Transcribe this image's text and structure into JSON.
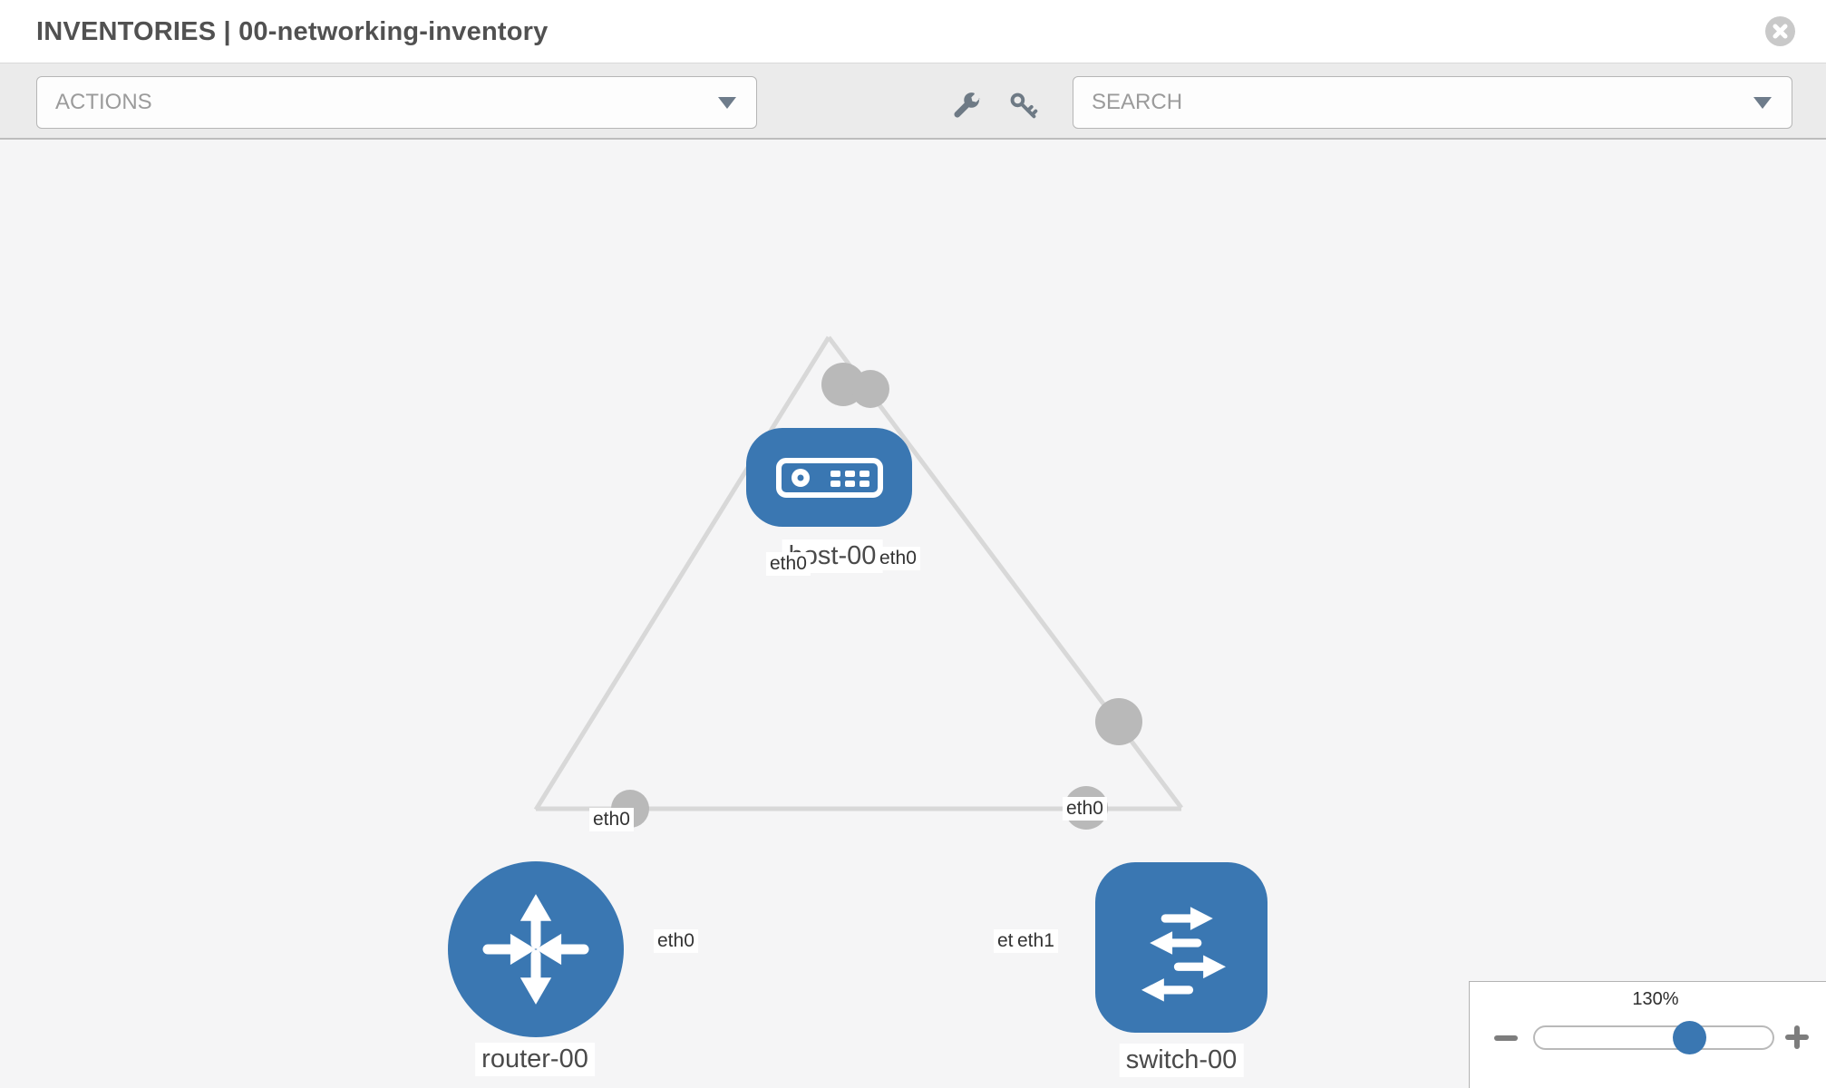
{
  "header": {
    "title": "INVENTORIES | 00-networking-inventory"
  },
  "toolbar": {
    "actions_label": "ACTIONS",
    "search_placeholder": "SEARCH"
  },
  "icons": {
    "close": "close-icon",
    "wrench": "wrench-icon",
    "key": "key-icon",
    "actions_chevron": "chevron-down-icon",
    "search_chevron": "chevron-down-icon",
    "zoom_minus": "minus-icon",
    "zoom_plus": "plus-icon"
  },
  "canvas": {
    "nodes": [
      {
        "label": "host-00",
        "type": "host",
        "icon": "host-icon"
      },
      {
        "label": "router-00",
        "type": "router",
        "icon": "router-icon"
      },
      {
        "label": "switch-00",
        "type": "switch",
        "icon": "switch-icon"
      }
    ],
    "links": [
      {
        "from": "host-00",
        "to": "router-00",
        "from_if": "eth0",
        "to_if": "eth0"
      },
      {
        "from": "host-00",
        "to": "switch-00",
        "from_if": "eth0",
        "to_if": "eth0"
      },
      {
        "from": "router-00",
        "to": "switch-00",
        "from_if": "eth0",
        "to_if": "eth1"
      }
    ],
    "interface_labels": {
      "host_left": "eth0",
      "host_right": "eth0",
      "router_uplink": "eth0",
      "switch_uplink": "eth0",
      "bottom_left": "eth0",
      "bottom_right_under": "eth0",
      "bottom_right_over": "eth1"
    }
  },
  "zoom_panel": {
    "level": "130%",
    "slider_percent": 64
  },
  "colors": {
    "node_blue": "#3a77b2",
    "link_gray": "#d8d8d8",
    "dot_gray": "#b9b9b9",
    "toolbar_bg": "#ebebeb",
    "canvas_bg": "#f5f5f6",
    "title_text": "#515151"
  }
}
